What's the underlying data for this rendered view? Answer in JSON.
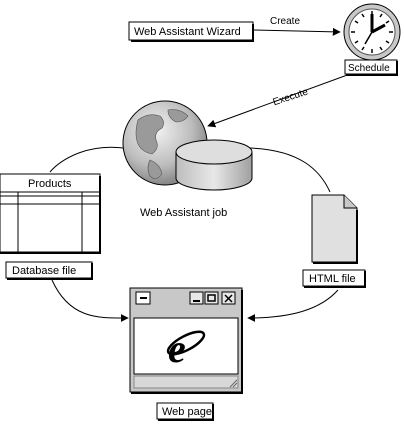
{
  "labels": {
    "wizard": "Web Assistant Wizard",
    "create": "Create",
    "schedule": "Schedule",
    "execute": "Execute",
    "job": "Web Assistant job",
    "products": "Products",
    "database": "Database file",
    "html_file": "HTML file",
    "web_page": "Web page"
  },
  "icons": {
    "clock": "clock-icon",
    "globe": "globe-icon",
    "database_disk": "database-icon",
    "table": "table-icon",
    "document": "document-icon",
    "browser": "browser-window-icon",
    "ie_logo": "internet-explorer-logo-icon"
  },
  "colors": {
    "stroke": "#000000",
    "gray_fill": "#c8c8c8",
    "light_gray": "#e0e0e0",
    "white": "#ffffff"
  }
}
